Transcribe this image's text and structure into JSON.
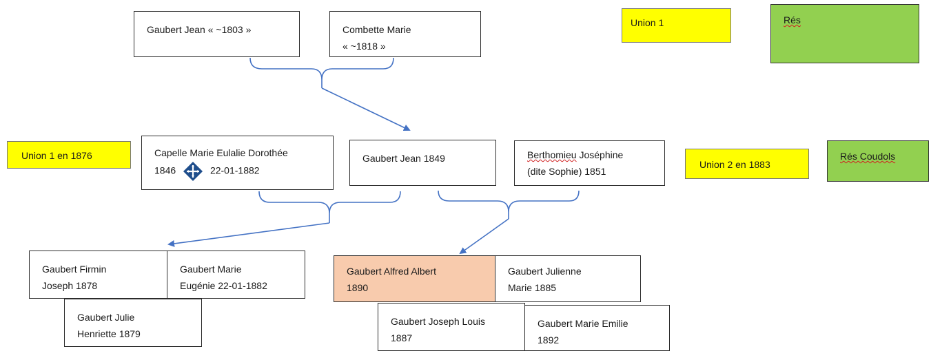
{
  "generation1": {
    "father": {
      "line1": "Gaubert Jean « ~1803 »"
    },
    "mother": {
      "line1": "Combette Marie",
      "line2": "« ~1818 »"
    }
  },
  "generation2": {
    "first_wife": {
      "line1": "Capelle Marie Eulalie Dorothée",
      "birth": "1846",
      "death": "22-01-1882",
      "death_symbol": "cross-icon"
    },
    "main": {
      "line1": "Gaubert Jean 1849"
    },
    "second_wife": {
      "line1": "Berthomieu Joséphine",
      "line1_underlined": "Berthomieu",
      "line1_rest": " Joséphine",
      "line2": "(dite Sophie) 1851"
    }
  },
  "children_union1": [
    {
      "line1": "Gaubert Firmin",
      "line2": "Joseph 1878"
    },
    {
      "line1": "Gaubert Marie",
      "line2": "Eugénie 22-01-1882"
    },
    {
      "line1": "Gaubert Julie",
      "line2": "Henriette 1879"
    }
  ],
  "children_union2": [
    {
      "line1": "Gaubert Alfred Albert",
      "line2": "1890",
      "highlight": "#f8cbad"
    },
    {
      "line1": "Gaubert Julienne",
      "line2": "Marie 1885"
    },
    {
      "line1": "Gaubert Joseph Louis",
      "line2": "1887"
    },
    {
      "line1": "Gaubert Marie Emilie",
      "line2": "1892"
    }
  ],
  "notes": {
    "union1_top": "Union 1",
    "res_top": "Rés",
    "union1_1876": "Union 1 en 1876",
    "union2_1883": "Union 2 en 1883",
    "res_coudols": "Rés Coudols"
  },
  "colors": {
    "connector": "#4472c4",
    "yellow_note": "#ffff00",
    "green_note": "#92d050",
    "highlight_child": "#f8cbad"
  }
}
